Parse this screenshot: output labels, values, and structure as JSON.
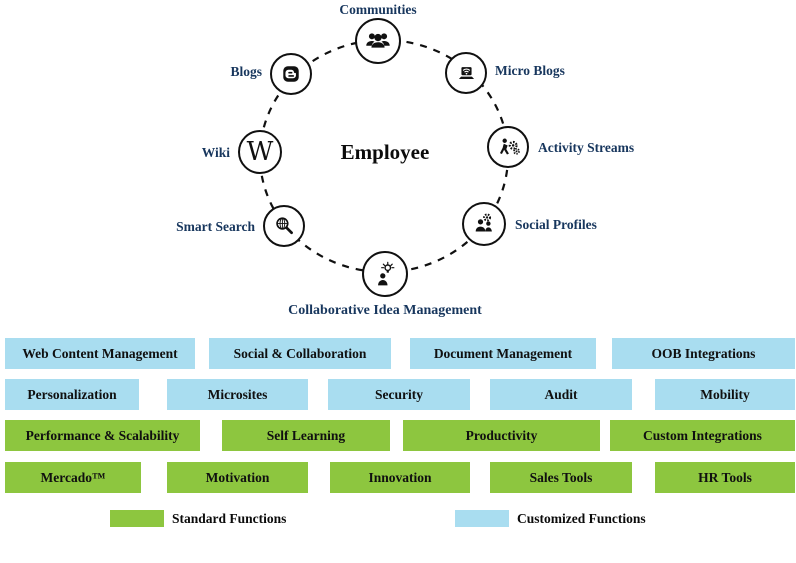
{
  "diagram": {
    "center_label": "Employee",
    "nodes": [
      {
        "label": "Communities",
        "icon": "communities-icon"
      },
      {
        "label": "Blogs",
        "icon": "blogger-icon"
      },
      {
        "label": "Micro Blogs",
        "icon": "laptop-wifi-icon"
      },
      {
        "label": "Wiki",
        "icon": "wikipedia-w-icon",
        "glyph": "W"
      },
      {
        "label": "Activity Streams",
        "icon": "person-gears-icon"
      },
      {
        "label": "Smart Search",
        "icon": "search-globe-icon"
      },
      {
        "label": "Social Profiles",
        "icon": "people-gear-icon"
      },
      {
        "label": "Collaborative Idea Management",
        "icon": "person-lightbulb-icon"
      }
    ]
  },
  "grid": {
    "rows": [
      {
        "type": "customized",
        "items": [
          "Web Content Management",
          "Social & Collaboration",
          "Document Management",
          "OOB Integrations"
        ]
      },
      {
        "type": "customized",
        "items": [
          "Personalization",
          "Microsites",
          "Security",
          "Audit",
          "Mobility"
        ]
      },
      {
        "type": "standard",
        "items": [
          "Performance & Scalability",
          "Self Learning",
          "Productivity",
          "Custom Integrations"
        ]
      },
      {
        "type": "standard",
        "items": [
          "Mercado™",
          "Motivation",
          "Innovation",
          "Sales Tools",
          "HR Tools"
        ]
      }
    ]
  },
  "legend": {
    "standard_label": "Standard Functions",
    "customized_label": "Customized Functions"
  },
  "colors": {
    "standard_green": "#8dc63f",
    "customized_blue": "#a9ddf0",
    "node_label_navy": "#17365d",
    "text_black": "#0b0b0b"
  }
}
